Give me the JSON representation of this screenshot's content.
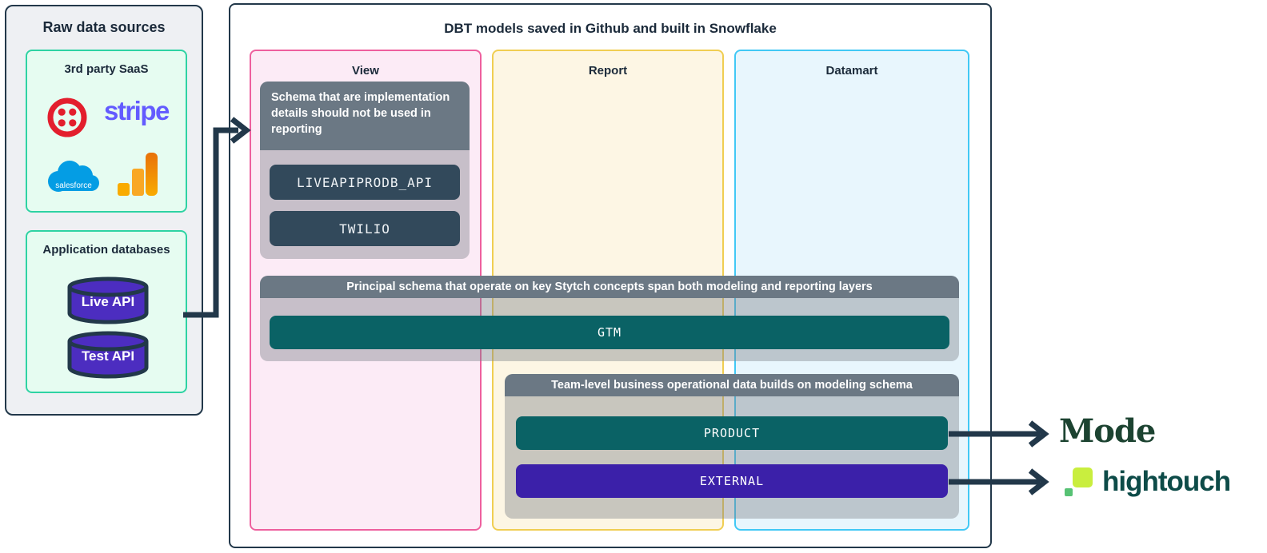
{
  "left_panel": {
    "title": "Raw data sources",
    "saas_box": {
      "title": "3rd party SaaS",
      "logos": [
        {
          "name": "twilio",
          "icon": "twilio-ring-dots-icon"
        },
        {
          "name": "stripe",
          "wordmark": "stripe"
        },
        {
          "name": "salesforce",
          "wordmark": "salesforce",
          "icon": "salesforce-cloud-icon"
        },
        {
          "name": "google-analytics",
          "icon": "google-analytics-bars-icon"
        }
      ]
    },
    "db_box": {
      "title": "Application databases",
      "databases": [
        {
          "label": "Live API",
          "icon": "database-cylinder-icon"
        },
        {
          "label": "Test API",
          "icon": "database-cylinder-icon"
        }
      ]
    }
  },
  "main_panel": {
    "title": "DBT models saved in Github and built in Snowflake",
    "columns": [
      {
        "label": "View",
        "bg": "#fcebf6",
        "border": "#ee5f9e"
      },
      {
        "label": "Report",
        "bg": "#fdf6e4",
        "border": "#f0ce52"
      },
      {
        "label": "Datamart",
        "bg": "#e8f6fd",
        "border": "#41c8f5"
      }
    ],
    "schema_note": {
      "header": "Schema that are implementation details should not be used in reporting",
      "items": [
        {
          "label": "LIVEAPIPRODB_API"
        },
        {
          "label": "TWILIO"
        }
      ]
    },
    "principal_band": {
      "header": "Principal schema that operate on key Stytch concepts span both modeling and reporting layers",
      "items": [
        {
          "label": "GTM",
          "color": "#0a6265"
        }
      ]
    },
    "team_band": {
      "header": "Team-level business operational data builds on modeling schema",
      "items": [
        {
          "label": "PRODUCT",
          "color": "#0a6265"
        },
        {
          "label": "EXTERNAL",
          "color": "#3b20a9"
        }
      ]
    }
  },
  "destinations": [
    {
      "label": "Mode",
      "color": "#1c4331"
    },
    {
      "label": "hightouch",
      "color": "#0d4b48",
      "icon": "hightouch-squares-icon"
    }
  ],
  "colors": {
    "panel_border": "#22384a",
    "left_panel_bg": "#eef0f3",
    "mint_box_bg": "#e6fcf1",
    "mint_box_border": "#2ed3a3",
    "band_header_bg": "#6b7884",
    "band_body_bg": "rgba(127,132,138,0.42)",
    "slate_item_bg": "#32495b",
    "db_cylinder_fill": "#4c2dc0",
    "arrow": "#22384a",
    "twilio_red": "#e31e2d",
    "stripe_purple": "#635bff",
    "salesforce_blue": "#049de4",
    "ga_amber": "#f9ab00",
    "ga_orange": "#e8710a",
    "hightouch_lime": "#c9ee3e",
    "hightouch_green": "#57c274"
  }
}
